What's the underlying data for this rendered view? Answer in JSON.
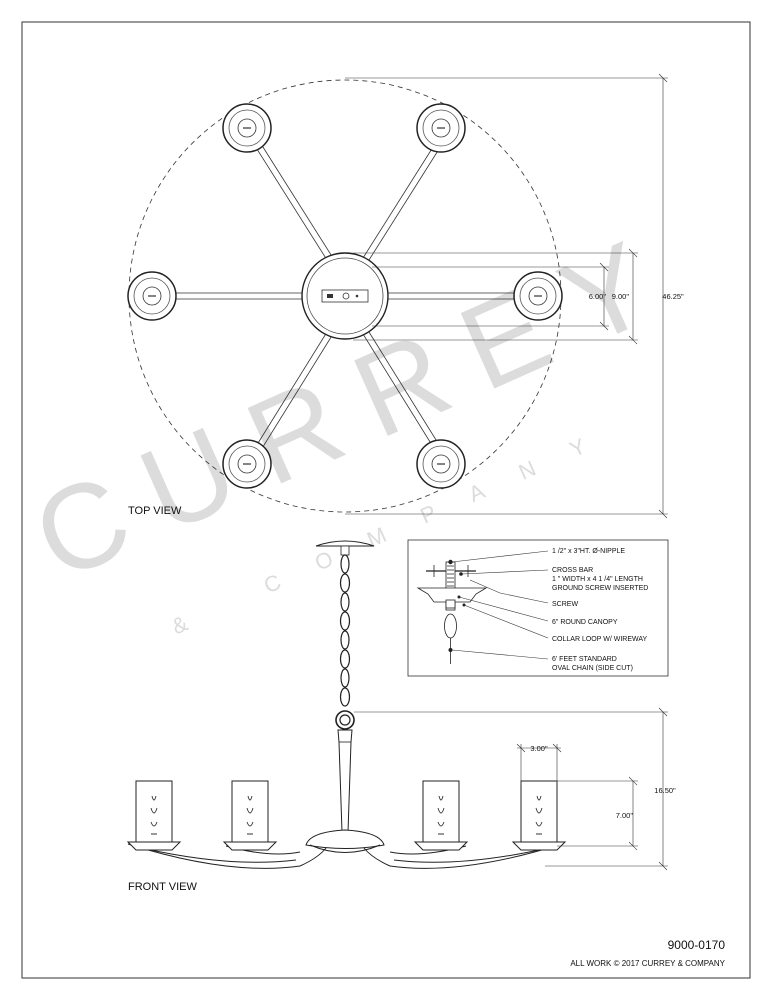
{
  "watermark": {
    "main": "CURREY",
    "sub": "& COMPANY"
  },
  "top_view": {
    "label": "TOP VIEW",
    "dimensions": {
      "small": "6.00\"",
      "mid": "9.00\"",
      "overall": "46.25\""
    }
  },
  "front_view": {
    "label": "FRONT VIEW",
    "dimensions": {
      "height": "16.50\"",
      "shade_width": "3.00\"",
      "shade_height": "7.00\""
    }
  },
  "detail_callouts": [
    "1 /2\" x 3\"HT. Ø-NIPPLE",
    "CROSS BAR",
    "1 \" WIDTH x 4 1 /4\" LENGTH",
    "GROUND SCREW INSERTED",
    "SCREW",
    "6\" ROUND CANOPY",
    "COLLAR LOOP W/ WIREWAY",
    "6' FEET STANDARD",
    "OVAL CHAIN (SIDE CUT)"
  ],
  "footer": {
    "model_number": "9000-0170",
    "copyright": "ALL WORK © 2017 CURREY & COMPANY"
  }
}
